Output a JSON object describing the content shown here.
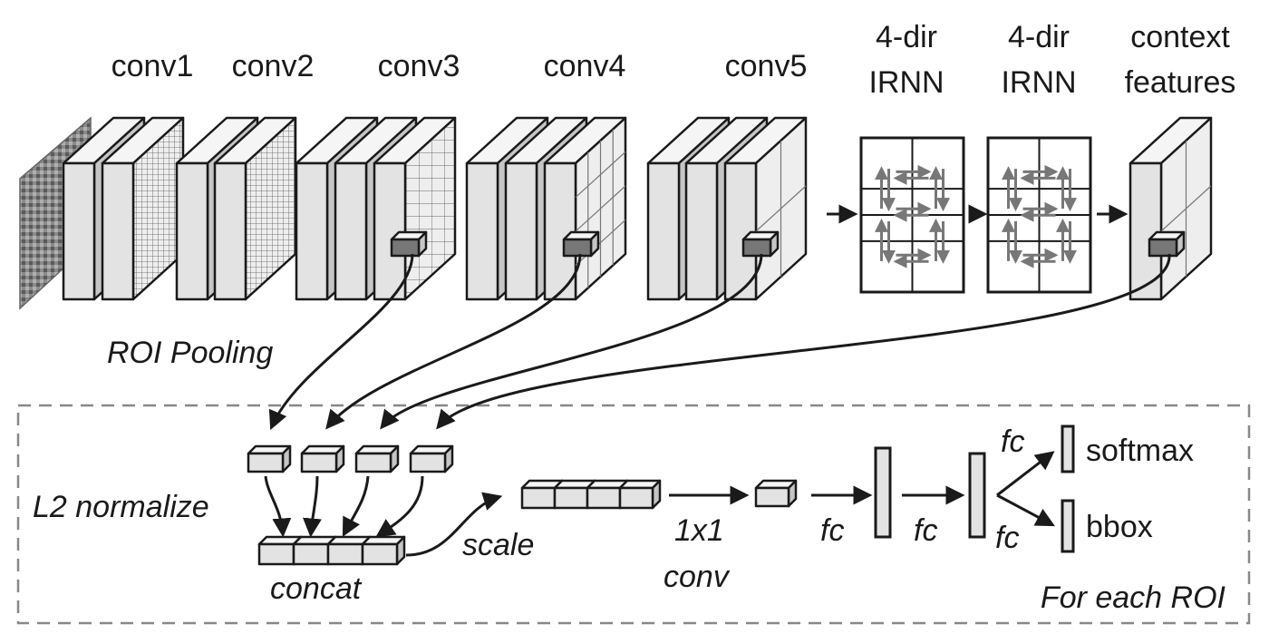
{
  "layers": {
    "conv1": "conv1",
    "conv2": "conv2",
    "conv3": "conv3",
    "conv4": "conv4",
    "conv5": "conv5",
    "irnn1_line1": "4-dir",
    "irnn1_line2": "IRNN",
    "irnn2_line1": "4-dir",
    "irnn2_line2": "IRNN",
    "context_line1": "context",
    "context_line2": "features"
  },
  "labels": {
    "roi_pooling": "ROI Pooling",
    "l2_normalize": "L2 normalize",
    "concat": "concat",
    "scale": "scale",
    "conv1x1_line1": "1x1",
    "conv1x1_line2": "conv",
    "fc_1": "fc",
    "fc_2": "fc",
    "fc_3": "fc",
    "fc_4": "fc",
    "softmax": "softmax",
    "bbox": "bbox",
    "for_each_roi": "For each ROI"
  }
}
